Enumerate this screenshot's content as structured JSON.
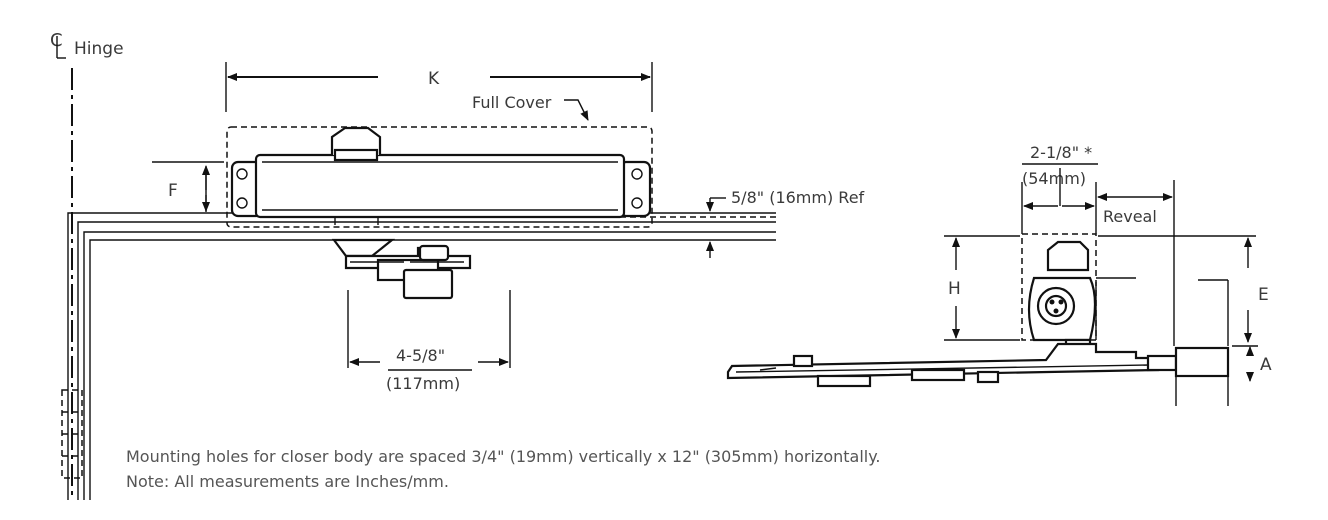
{
  "labels": {
    "hinge_cl": "Hinge",
    "cl_symbol": "CL",
    "dim_K": "K",
    "full_cover": "Full Cover",
    "dim_F": "F",
    "ref_5_8": "5/8\" (16mm) Ref",
    "dim_4_5_8": "4-5/8\"",
    "dim_117mm": "(117mm)",
    "dim_2_1_8": "2-1/8\" *",
    "dim_54mm": "(54mm)",
    "reveal": "Reveal",
    "dim_H": "H",
    "dim_E": "E",
    "dim_A": "A"
  },
  "notes": {
    "line1": "Mounting holes for closer body are spaced 3/4\" (19mm) vertically x 12\" (305mm) horizontally.",
    "line2": "Note: All measurements are Inches/mm."
  }
}
